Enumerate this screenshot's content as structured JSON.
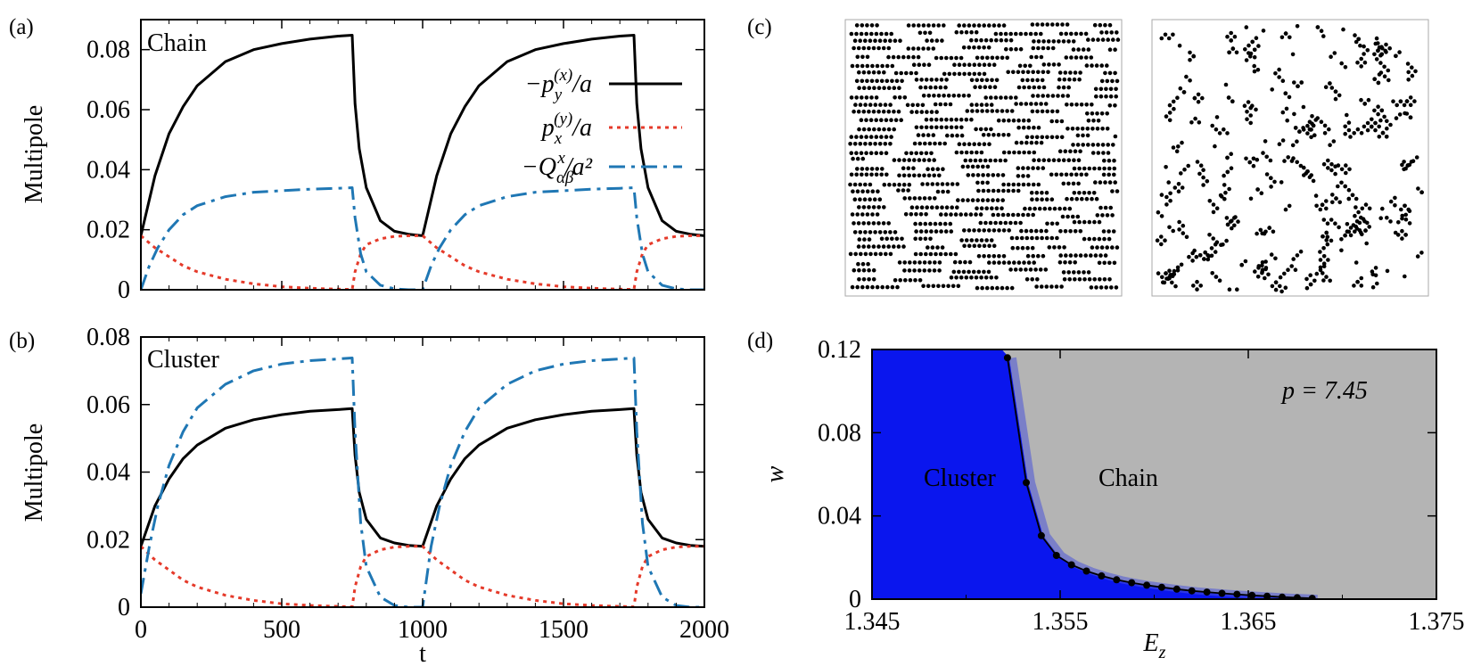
{
  "panels": {
    "a": {
      "letter": "(a)",
      "label": "Chain"
    },
    "b": {
      "letter": "(b)",
      "label": "Cluster"
    },
    "c": {
      "letter": "(c)"
    },
    "d": {
      "letter": "(d)",
      "p_label": "p = 7.45"
    }
  },
  "chart_data": [
    {
      "type": "line",
      "panel": "(a)",
      "label": "Chain",
      "xlabel": "",
      "ylabel": "Multipole",
      "xlim": [
        0,
        2000
      ],
      "ylim": [
        0,
        0.09
      ],
      "xticks": [
        0,
        500,
        1000,
        1500,
        2000
      ],
      "yticks": [
        0,
        0.02,
        0.04,
        0.06,
        0.08
      ],
      "ytick_labels": [
        "0",
        "0.02",
        "0.04",
        "0.06",
        "0.08"
      ],
      "legend_position": "top-right",
      "series": [
        {
          "name": "−p_y^(x)/a",
          "color": "#000000",
          "style": "solid",
          "x": [
            0,
            50,
            100,
            150,
            200,
            300,
            400,
            500,
            600,
            700,
            750,
            760,
            775,
            800,
            850,
            900,
            950,
            1000,
            1050,
            1100,
            1150,
            1200,
            1300,
            1400,
            1500,
            1600,
            1700,
            1750,
            1760,
            1775,
            1800,
            1850,
            1900,
            1950,
            2000
          ],
          "y": [
            0.018,
            0.038,
            0.052,
            0.061,
            0.068,
            0.076,
            0.08,
            0.082,
            0.0835,
            0.0845,
            0.0848,
            0.062,
            0.047,
            0.034,
            0.023,
            0.0195,
            0.0185,
            0.018,
            0.038,
            0.052,
            0.061,
            0.068,
            0.076,
            0.08,
            0.082,
            0.0835,
            0.0845,
            0.0848,
            0.062,
            0.047,
            0.034,
            0.023,
            0.0195,
            0.0185,
            0.018
          ]
        },
        {
          "name": "p_x^(y)/a",
          "color": "#e53a2a",
          "style": "dotted",
          "x": [
            0,
            50,
            100,
            150,
            200,
            300,
            400,
            500,
            600,
            700,
            750,
            760,
            780,
            800,
            850,
            900,
            950,
            1000,
            1050,
            1100,
            1150,
            1200,
            1300,
            1400,
            1500,
            1600,
            1700,
            1750,
            1760,
            1780,
            1800,
            1850,
            1900,
            1950,
            2000
          ],
          "y": [
            0.018,
            0.014,
            0.011,
            0.008,
            0.006,
            0.0035,
            0.002,
            0.001,
            0.0005,
            0.0002,
            0.0001,
            0.006,
            0.012,
            0.015,
            0.017,
            0.0178,
            0.018,
            0.018,
            0.014,
            0.011,
            0.008,
            0.006,
            0.0035,
            0.002,
            0.001,
            0.0005,
            0.0002,
            0.0001,
            0.006,
            0.012,
            0.015,
            0.017,
            0.0178,
            0.018,
            0.018
          ]
        },
        {
          "name": "−Q^x_αβ/a²",
          "color": "#1f77b4",
          "style": "dashdot",
          "x": [
            0,
            30,
            60,
            100,
            150,
            200,
            300,
            400,
            500,
            600,
            700,
            750,
            760,
            780,
            800,
            850,
            900,
            950,
            1000,
            1030,
            1060,
            1100,
            1150,
            1200,
            1300,
            1400,
            1500,
            1600,
            1700,
            1750,
            1760,
            1780,
            1800,
            1850,
            1900,
            1950,
            2000
          ],
          "y": [
            0.0,
            0.008,
            0.014,
            0.02,
            0.025,
            0.028,
            0.031,
            0.0325,
            0.033,
            0.0335,
            0.0338,
            0.034,
            0.024,
            0.012,
            0.006,
            0.0015,
            0.0003,
            0.0,
            0.0,
            0.008,
            0.014,
            0.02,
            0.025,
            0.028,
            0.031,
            0.0325,
            0.033,
            0.0335,
            0.0338,
            0.034,
            0.024,
            0.012,
            0.006,
            0.0015,
            0.0003,
            0.0,
            0.0
          ]
        }
      ],
      "legend": [
        {
          "label": "−p",
          "sub": "y",
          "sup": "(x)",
          "tail": "/a"
        },
        {
          "label": "p",
          "sub": "x",
          "sup": "(y)",
          "tail": "/a"
        },
        {
          "label": "−Q",
          "sub": "αβ",
          "sup": "x",
          "tail": "/a²"
        }
      ]
    },
    {
      "type": "line",
      "panel": "(b)",
      "label": "Cluster",
      "xlabel": "t",
      "ylabel": "Multipole",
      "xlim": [
        0,
        2000
      ],
      "ylim": [
        0,
        0.08
      ],
      "xticks": [
        0,
        500,
        1000,
        1500,
        2000
      ],
      "yticks": [
        0,
        0.02,
        0.04,
        0.06,
        0.08
      ],
      "xtick_labels": [
        "0",
        "500",
        "1000",
        "1500",
        "2000"
      ],
      "ytick_labels": [
        "0",
        "0.02",
        "0.04",
        "0.06",
        "0.08"
      ],
      "series": [
        {
          "name": "−p_y^(x)/a",
          "color": "#000000",
          "style": "solid",
          "x": [
            0,
            50,
            100,
            150,
            200,
            300,
            400,
            500,
            600,
            700,
            750,
            760,
            775,
            800,
            850,
            900,
            950,
            1000,
            1050,
            1100,
            1150,
            1200,
            1300,
            1400,
            1500,
            1600,
            1700,
            1750,
            1760,
            1775,
            1800,
            1850,
            1900,
            1950,
            2000
          ],
          "y": [
            0.018,
            0.03,
            0.038,
            0.044,
            0.048,
            0.053,
            0.0555,
            0.057,
            0.058,
            0.0585,
            0.0588,
            0.045,
            0.034,
            0.026,
            0.0205,
            0.019,
            0.0183,
            0.018,
            0.03,
            0.038,
            0.044,
            0.048,
            0.053,
            0.0555,
            0.057,
            0.058,
            0.0585,
            0.0588,
            0.045,
            0.034,
            0.026,
            0.0205,
            0.019,
            0.0183,
            0.018
          ]
        },
        {
          "name": "p_x^(y)/a",
          "color": "#e53a2a",
          "style": "dotted",
          "x": [
            0,
            50,
            100,
            150,
            200,
            300,
            400,
            500,
            600,
            700,
            750,
            760,
            780,
            800,
            850,
            900,
            950,
            1000,
            1050,
            1100,
            1150,
            1200,
            1300,
            1400,
            1500,
            1600,
            1700,
            1750,
            1760,
            1780,
            1800,
            1850,
            1900,
            1950,
            2000
          ],
          "y": [
            0.018,
            0.014,
            0.011,
            0.008,
            0.006,
            0.0035,
            0.002,
            0.001,
            0.0005,
            0.0002,
            0.0001,
            0.006,
            0.012,
            0.015,
            0.017,
            0.0178,
            0.018,
            0.018,
            0.014,
            0.011,
            0.008,
            0.006,
            0.0035,
            0.002,
            0.001,
            0.0005,
            0.0002,
            0.0001,
            0.006,
            0.012,
            0.015,
            0.017,
            0.0178,
            0.018,
            0.018
          ]
        },
        {
          "name": "−Q^x_αβ/a²",
          "color": "#1f77b4",
          "style": "dashdot",
          "x": [
            0,
            30,
            60,
            100,
            150,
            200,
            300,
            400,
            500,
            600,
            700,
            750,
            760,
            780,
            800,
            850,
            900,
            950,
            1000,
            1030,
            1060,
            1100,
            1150,
            1200,
            1300,
            1400,
            1500,
            1600,
            1700,
            1750,
            1760,
            1780,
            1800,
            1850,
            1900,
            1950,
            2000
          ],
          "y": [
            0.004,
            0.018,
            0.03,
            0.042,
            0.052,
            0.059,
            0.066,
            0.07,
            0.072,
            0.073,
            0.0735,
            0.0738,
            0.052,
            0.025,
            0.012,
            0.003,
            0.0005,
            0.0,
            0.0,
            0.018,
            0.03,
            0.042,
            0.052,
            0.059,
            0.066,
            0.07,
            0.072,
            0.073,
            0.0735,
            0.0738,
            0.052,
            0.025,
            0.012,
            0.003,
            0.0005,
            0.0,
            0.0
          ]
        }
      ]
    },
    {
      "type": "heatmap",
      "panel": "(d)",
      "xlabel": "E_z",
      "ylabel": "w",
      "xlim": [
        1.345,
        1.375
      ],
      "ylim": [
        0,
        0.12
      ],
      "xticks": [
        1.345,
        1.355,
        1.365,
        1.375
      ],
      "yticks": [
        0,
        0.04,
        0.08,
        0.12
      ],
      "xtick_labels": [
        "1.345",
        "1.355",
        "1.365",
        "1.375"
      ],
      "ytick_labels": [
        "0",
        "0.04",
        "0.08",
        "0.12"
      ],
      "regions": [
        {
          "name": "Cluster",
          "color": "#0a16ee"
        },
        {
          "name": "Chain",
          "color": "#b4b4b4"
        }
      ],
      "boundary": {
        "x": [
          1.3522,
          1.3532,
          1.354,
          1.3548,
          1.3556,
          1.3564,
          1.3572,
          1.358,
          1.3588,
          1.3596,
          1.3604,
          1.3612,
          1.362,
          1.3628,
          1.3636,
          1.3644,
          1.3652,
          1.366,
          1.3668,
          1.3676,
          1.3684
        ],
        "y": [
          0.116,
          0.056,
          0.0305,
          0.021,
          0.0165,
          0.0135,
          0.0112,
          0.0093,
          0.0079,
          0.0067,
          0.0057,
          0.0048,
          0.004,
          0.0034,
          0.0028,
          0.0023,
          0.0018,
          0.0014,
          0.001,
          0.0007,
          0.0004
        ]
      }
    }
  ]
}
